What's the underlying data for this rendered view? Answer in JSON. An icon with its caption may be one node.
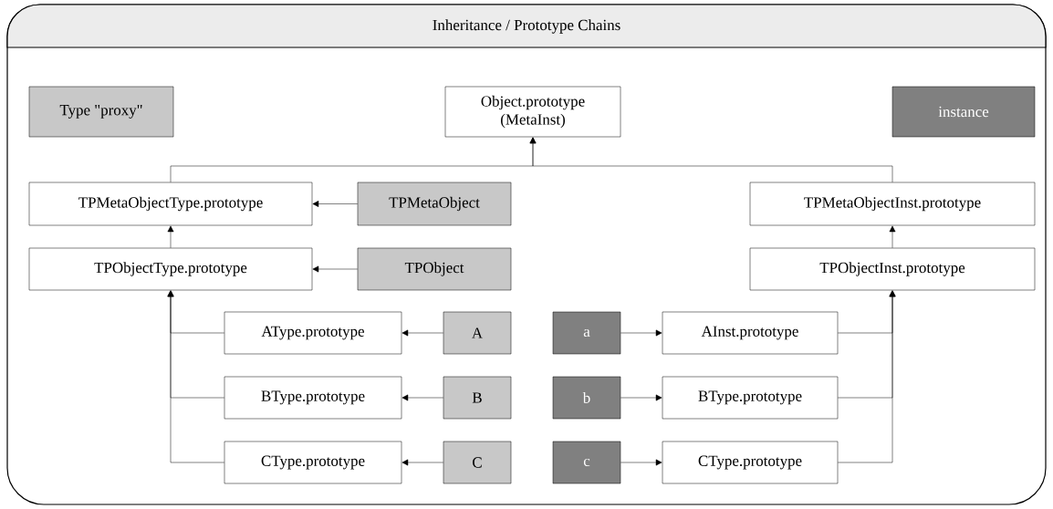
{
  "diagram": {
    "title": "Inheritance / Prototype Chains",
    "nodes": [
      {
        "text": [
          "Object.prototype (MetaInst)"
        ]
      },
      {
        "text": [
          "TPMetaObjectType.prototype"
        ]
      },
      {
        "text": [
          "TPMetaObject"
        ]
      },
      {
        "text": [
          "TPMetaObjectInst.prototype"
        ]
      },
      {
        "text": [
          "TPObjectType.prototype"
        ]
      },
      {
        "text": [
          "TPObject"
        ]
      },
      {
        "text": [
          "TPObjectInst.prototype"
        ]
      },
      {
        "text": [
          "AType.prototype"
        ]
      },
      {
        "text": [
          "A"
        ]
      },
      {
        "text": [
          "a"
        ]
      },
      {
        "text": [
          "AInst.prototype"
        ]
      },
      {
        "text": [
          "BType.prototype"
        ]
      },
      {
        "text": [
          "B"
        ]
      },
      {
        "text": [
          "b"
        ]
      },
      {
        "text": [
          "BType.prototype"
        ]
      },
      {
        "text": [
          "CType.prototype"
        ]
      },
      {
        "text": [
          "C"
        ]
      },
      {
        "text": [
          "c"
        ]
      },
      {
        "text": [
          "CType.prototype"
        ]
      }
    ],
    "edges": [
      {
        "from": 1,
        "to": 0,
        "arrow": "to"
      },
      {
        "from": 3,
        "to": 0,
        "arrow": "to"
      },
      {
        "from": 2,
        "to": 1,
        "arrow": "to"
      },
      {
        "from": 4,
        "to": 1,
        "arrow": "to"
      },
      {
        "from": 5,
        "to": 4,
        "arrow": "to"
      },
      {
        "from": 6,
        "to": 3,
        "arrow": "to"
      },
      {
        "from": 7,
        "to": 4,
        "arrow": "to"
      },
      {
        "from": 11,
        "to": 4,
        "arrow": "to"
      },
      {
        "from": 15,
        "to": 4,
        "arrow": "to"
      },
      {
        "from": 8,
        "to": 7,
        "arrow": "to"
      },
      {
        "from": 12,
        "to": 11,
        "arrow": "to"
      },
      {
        "from": 16,
        "to": 15,
        "arrow": "to"
      },
      {
        "from": 9,
        "to": 10,
        "arrow": "to"
      },
      {
        "from": 13,
        "to": 14,
        "arrow": "to"
      },
      {
        "from": 17,
        "to": 18,
        "arrow": "to"
      },
      {
        "from": 10,
        "to": 6,
        "arrow": "to"
      },
      {
        "from": 14,
        "to": 6,
        "arrow": "to"
      },
      {
        "from": 18,
        "to": 6,
        "arrow": "to"
      }
    ],
    "legend": [
      {
        "text": "Type \"proxy\"",
        "color": "#c8c8c8"
      },
      {
        "text": "instance",
        "color": "#808080"
      }
    ]
  }
}
